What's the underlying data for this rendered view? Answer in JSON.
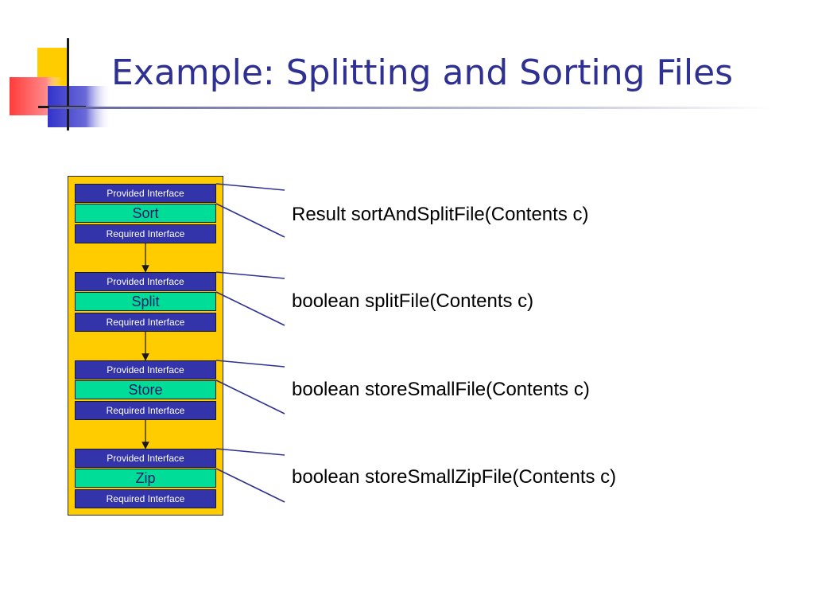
{
  "slide": {
    "title": "Example: Splitting and Sorting Files"
  },
  "components": [
    {
      "provided": "Provided Interface",
      "name": "Sort",
      "required": "Required Interface",
      "method": "Result sortAndSplitFile(Contents c)"
    },
    {
      "provided": "Provided Interface",
      "name": "Split",
      "required": "Required Interface",
      "method": "boolean splitFile(Contents c)"
    },
    {
      "provided": "Provided Interface",
      "name": "Store",
      "required": "Required Interface",
      "method": "boolean storeSmallFile(Contents c)"
    },
    {
      "provided": "Provided Interface",
      "name": "Zip",
      "required": "Required Interface",
      "method": "boolean storeSmallZipFile(Contents c)"
    }
  ],
  "colors": {
    "title": "#2e3192",
    "stack_background": "#ffcc00",
    "interface_band": "#3333aa",
    "component_band": "#00dd99",
    "connector": "#2e3192",
    "logo_yellow": "#ffcc00",
    "logo_red": "#ff4444",
    "logo_blue": "#3333cc"
  }
}
